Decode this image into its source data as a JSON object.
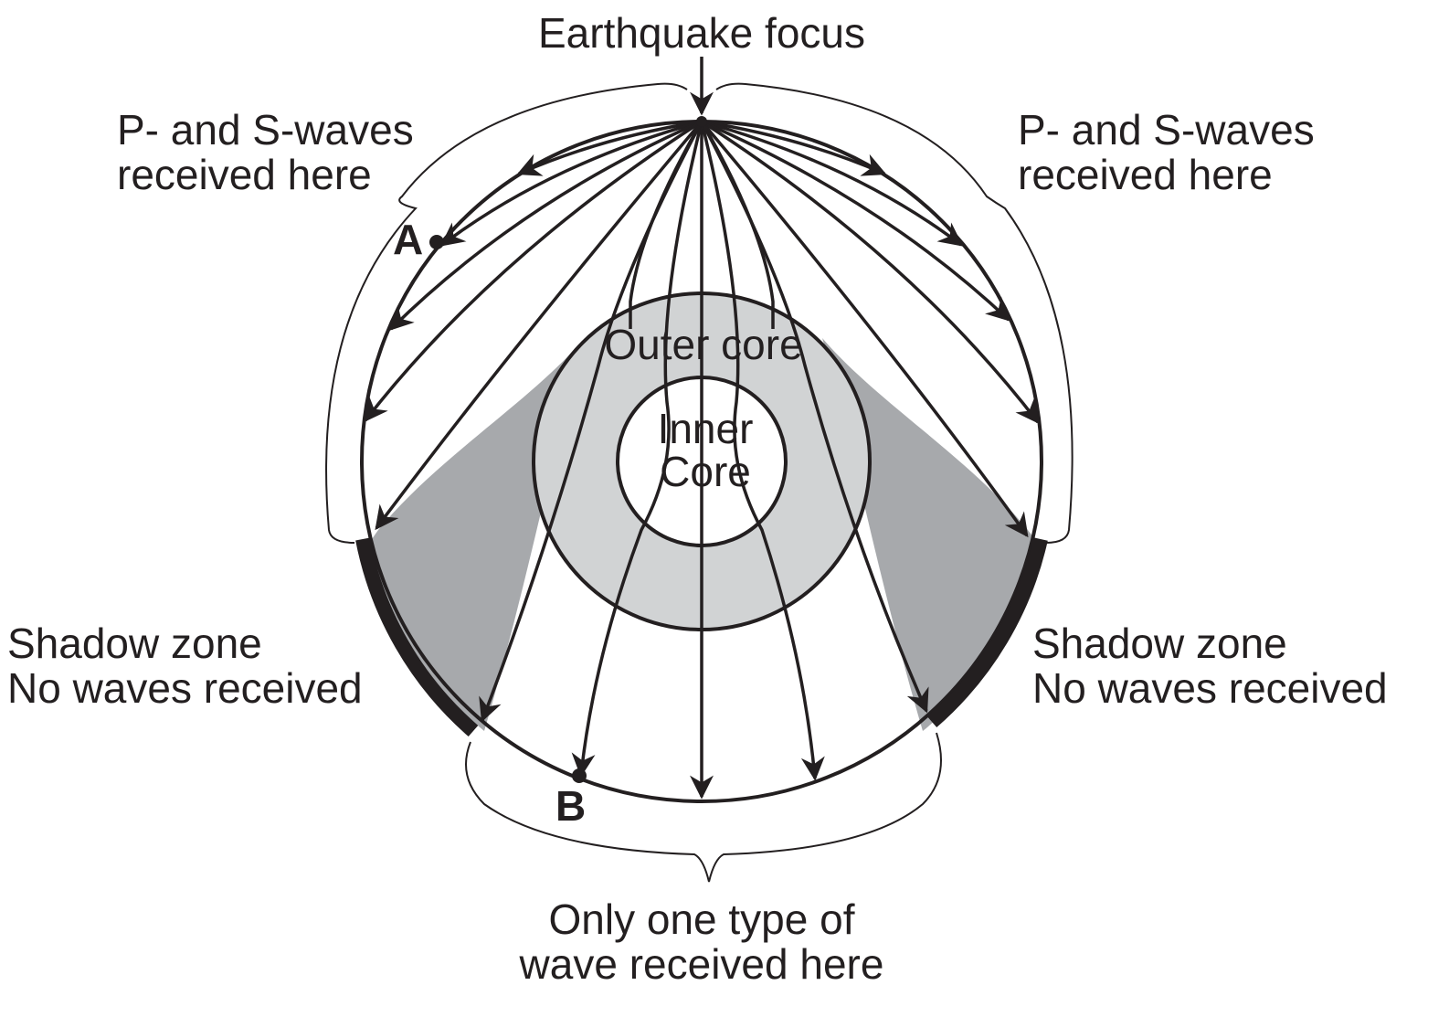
{
  "labels": {
    "focus": "Earthquake focus",
    "left_received": [
      "P- and S-waves",
      "received here"
    ],
    "right_received": [
      "P- and S-waves",
      "received here"
    ],
    "left_shadow": [
      "Shadow zone",
      "No waves received"
    ],
    "right_shadow": [
      "Shadow zone",
      "No waves received"
    ],
    "bottom_received": [
      "Only one type of",
      "wave received here"
    ],
    "outer_core": "Outer core",
    "inner_core": [
      "Inner",
      "Core"
    ],
    "point_a": "A",
    "point_b": "B"
  },
  "colors": {
    "ink": "#231f20",
    "shadow_zone": "#a7a9ac",
    "outer_core": "#d1d3d4",
    "inner_core": "#ffffff",
    "background": "#ffffff"
  }
}
